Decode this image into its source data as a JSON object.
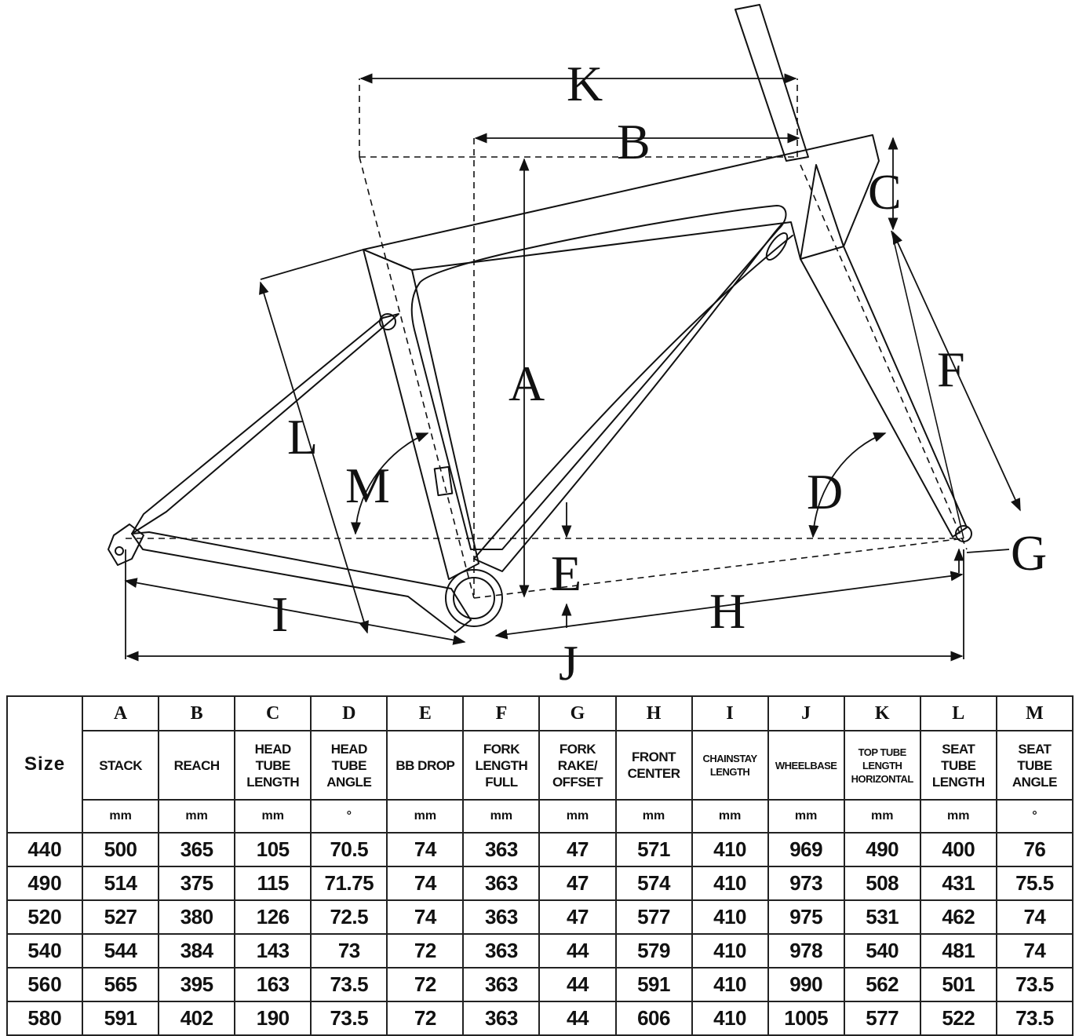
{
  "diagram": {
    "labels": {
      "A": "A",
      "B": "B",
      "C": "C",
      "D": "D",
      "E": "E",
      "F": "F",
      "G": "G",
      "H": "H",
      "I": "I",
      "J": "J",
      "K": "K",
      "L": "L",
      "M": "M"
    }
  },
  "table": {
    "size_header": "Size",
    "columns": [
      {
        "letter": "A",
        "label": [
          "STACK"
        ],
        "unit": "mm"
      },
      {
        "letter": "B",
        "label": [
          "REACH"
        ],
        "unit": "mm"
      },
      {
        "letter": "C",
        "label": [
          "HEAD",
          "TUBE",
          "LENGTH"
        ],
        "unit": "mm"
      },
      {
        "letter": "D",
        "label": [
          "HEAD",
          "TUBE",
          "ANGLE"
        ],
        "unit": "°"
      },
      {
        "letter": "E",
        "label": [
          "BB DROP"
        ],
        "unit": "mm"
      },
      {
        "letter": "F",
        "label": [
          "FORK",
          "LENGTH",
          "FULL"
        ],
        "unit": "mm"
      },
      {
        "letter": "G",
        "label": [
          "FORK",
          "RAKE/",
          "OFFSET"
        ],
        "unit": "mm"
      },
      {
        "letter": "H",
        "label": [
          "FRONT",
          "CENTER"
        ],
        "unit": "mm"
      },
      {
        "letter": "I",
        "label": [
          "CHAINSTAY",
          "LENGTH"
        ],
        "unit": "mm"
      },
      {
        "letter": "J",
        "label": [
          "WHEELBASE"
        ],
        "unit": "mm"
      },
      {
        "letter": "K",
        "label": [
          "TOP TUBE",
          "LENGTH",
          "HORIZONTAL"
        ],
        "unit": "mm"
      },
      {
        "letter": "L",
        "label": [
          "SEAT",
          "TUBE",
          "LENGTH"
        ],
        "unit": "mm"
      },
      {
        "letter": "M",
        "label": [
          "SEAT",
          "TUBE",
          "ANGLE"
        ],
        "unit": "°"
      }
    ],
    "rows": [
      {
        "size": "440",
        "values": [
          "500",
          "365",
          "105",
          "70.5",
          "74",
          "363",
          "47",
          "571",
          "410",
          "969",
          "490",
          "400",
          "76"
        ]
      },
      {
        "size": "490",
        "values": [
          "514",
          "375",
          "115",
          "71.75",
          "74",
          "363",
          "47",
          "574",
          "410",
          "973",
          "508",
          "431",
          "75.5"
        ]
      },
      {
        "size": "520",
        "values": [
          "527",
          "380",
          "126",
          "72.5",
          "74",
          "363",
          "47",
          "577",
          "410",
          "975",
          "531",
          "462",
          "74"
        ]
      },
      {
        "size": "540",
        "values": [
          "544",
          "384",
          "143",
          "73",
          "72",
          "363",
          "44",
          "579",
          "410",
          "978",
          "540",
          "481",
          "74"
        ]
      },
      {
        "size": "560",
        "values": [
          "565",
          "395",
          "163",
          "73.5",
          "72",
          "363",
          "44",
          "591",
          "410",
          "990",
          "562",
          "501",
          "73.5"
        ]
      },
      {
        "size": "580",
        "values": [
          "591",
          "402",
          "190",
          "73.5",
          "72",
          "363",
          "44",
          "606",
          "410",
          "1005",
          "577",
          "522",
          "73.5"
        ]
      }
    ]
  }
}
